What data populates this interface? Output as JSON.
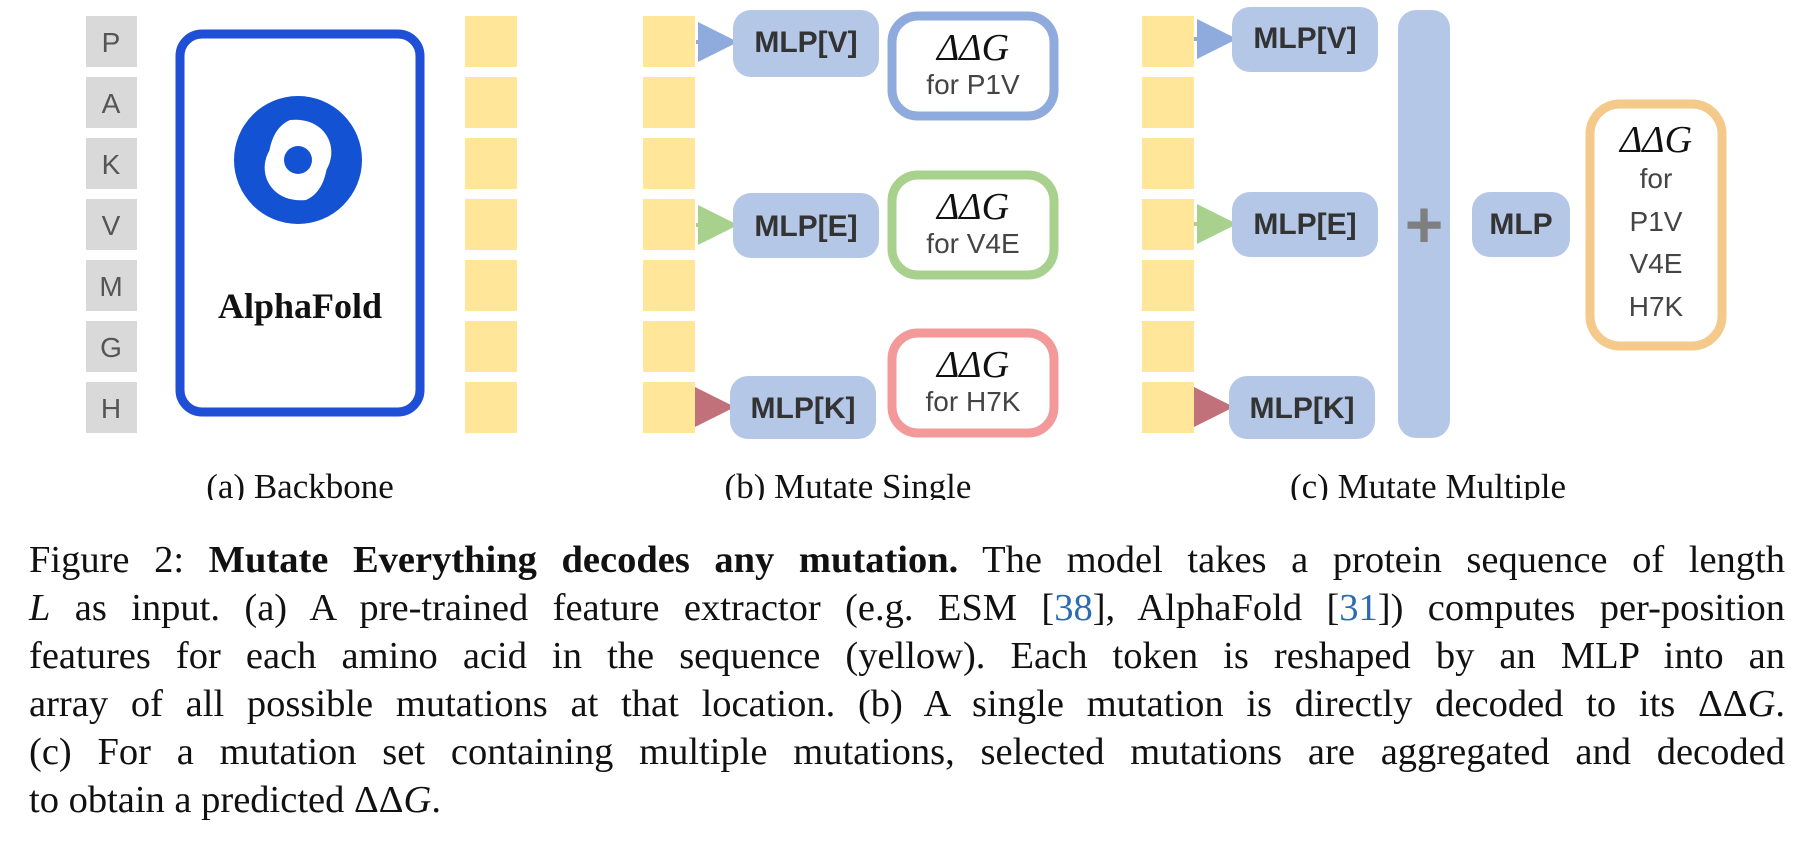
{
  "backbone": {
    "sequence": [
      "P",
      "A",
      "K",
      "V",
      "M",
      "G",
      "H"
    ],
    "model_name": "AlphaFold",
    "subcaption": "(a) Backbone"
  },
  "single": {
    "mlps": [
      "MLP[V]",
      "MLP[E]",
      "MLP[K]"
    ],
    "outputs": [
      {
        "symbol": "ΔΔG",
        "label": "for P1V",
        "color": "#8faadc"
      },
      {
        "symbol": "ΔΔG",
        "label": "for V4E",
        "color": "#a9d18e"
      },
      {
        "symbol": "ΔΔG",
        "label": "for H7K",
        "color": "#f4999a"
      }
    ],
    "subcaption": "(b) Mutate Single"
  },
  "multiple": {
    "mlps": [
      "MLP[V]",
      "MLP[E]",
      "MLP[K]"
    ],
    "aggregate_symbol": "+",
    "final_mlp": "MLP",
    "output": {
      "symbol": "ΔΔG",
      "lines": [
        "for",
        "P1V",
        "V4E",
        "H7K"
      ],
      "color": "#f4c98a"
    },
    "subcaption": "(c) Mutate Multiple"
  },
  "colors": {
    "token": "#ffe699",
    "mlp": "#b4c7e7",
    "seq_box": "#d9d9d9",
    "alphafold_border": "#1f4fd6",
    "logo": "#1352d3",
    "arrow_v": "#8faadc",
    "arrow_e": "#a9d18e",
    "arrow_k": "#c0717a",
    "plus_bar": "#b4c7e7",
    "plus_sign": "#7f7f7f"
  },
  "caption": {
    "prefix": "Figure 2: ",
    "bold": "Mutate Everything decodes any mutation.",
    "t1": " The model takes a protein sequence of length",
    "var_L": "L",
    "t2": " as input. (a) A pre-trained feature extractor (e.g. ESM [",
    "ref1": "38",
    "t3": "], AlphaFold [",
    "ref2": "31",
    "t4": "]) computes per-position",
    "t5": "features for each amino acid in the sequence (yellow). Each token is reshaped by an MLP into an",
    "t6": "array of all possible mutations at that location. (b) A single mutation is directly decoded to its ",
    "delta1": "ΔΔ",
    "g1": "G",
    "t6end": ".",
    "t7": "(c) For a mutation set containing multiple mutations, selected mutations are aggregated and decoded",
    "t8": "to obtain a predicted ",
    "delta2": "ΔΔ",
    "g2": "G",
    "t8end": "."
  }
}
